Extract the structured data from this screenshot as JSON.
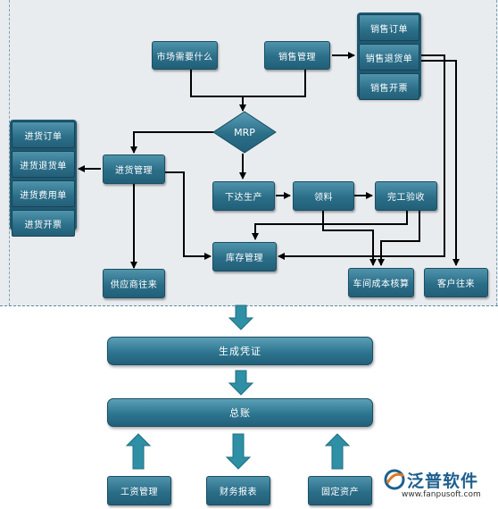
{
  "top": {
    "market_demand": "市场需要什么",
    "sales_mgmt": "销售管理",
    "mrp": "MRP",
    "purchase_mgmt": "进货管理",
    "issue_production": "下达生产",
    "material_pick": "领料",
    "completion_check": "完工验收",
    "inventory_mgmt": "库存管理",
    "supplier_account": "供应商往来",
    "workshop_cost": "车间成本核算",
    "customer_account": "客户往来"
  },
  "sales_stack": [
    "销售订单",
    "销售退货单",
    "销售开票"
  ],
  "purchase_stack": [
    "进货订单",
    "进货退货单",
    "进货费用单",
    "进货开票"
  ],
  "bottom": {
    "voucher": "生成凭证",
    "ledger": "总账",
    "payroll": "工资管理",
    "financial_report": "财务报表",
    "fixed_assets": "固定资产"
  },
  "logo": {
    "name": "泛普软件",
    "url": "www.fanpusoft.com"
  },
  "colors": {
    "box": "#2b6e88",
    "arrow": "#000000",
    "big_arrow": "#2f8fa5",
    "panel": "#e9ecef",
    "logo_text": "#1d5f8e",
    "logo_accent": "#e07820"
  }
}
